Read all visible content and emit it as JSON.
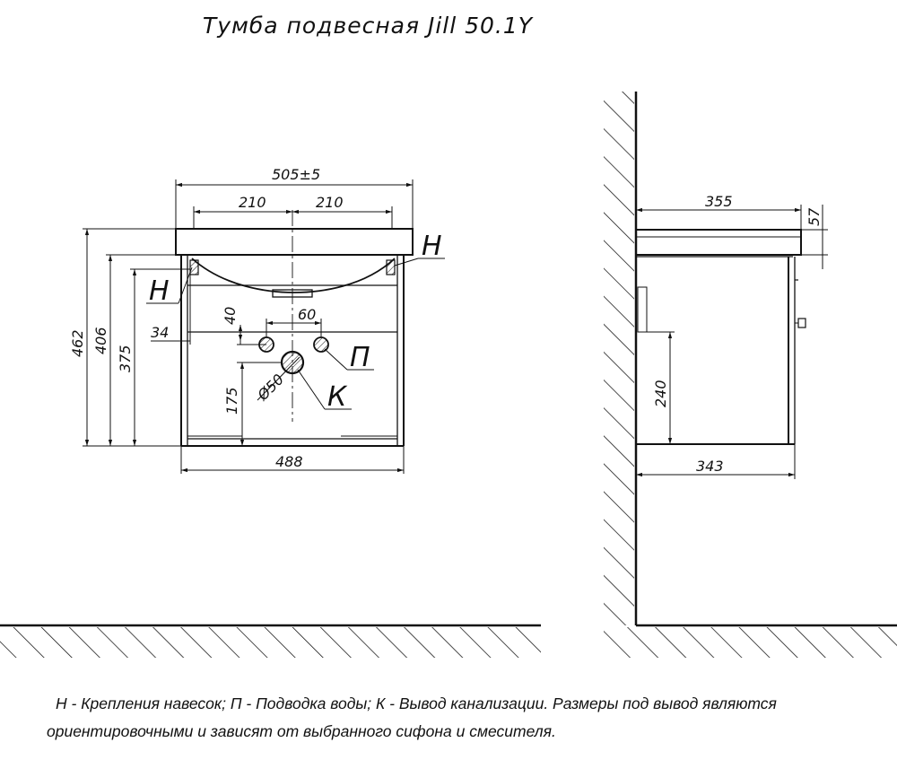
{
  "title": "Тумба подвесная Jill 50.1Y",
  "front_view": {
    "dims": {
      "overall_width": "505±5",
      "half_left": "210",
      "half_right": "210",
      "height_total": "462",
      "height_body": "406",
      "height_inner": "375",
      "mount_offset": "34",
      "water_height_offset": "40",
      "water_spacing": "60",
      "drain_diameter": "Ø50",
      "drain_height": "175",
      "bottom_width": "488"
    },
    "labels": {
      "mount_right": "Н",
      "mount_left": "Н",
      "water": "П",
      "drain": "К"
    }
  },
  "side_view": {
    "dims": {
      "top_depth": "355",
      "top_thickness": "57",
      "inner_height": "240",
      "body_depth": "343"
    }
  },
  "legend": {
    "line1": "Н - Крепления навесок; П - Подводка воды; К - Вывод канализации. Размеры под вывод являются",
    "line2": "ориентировочными и зависят от выбранного сифона и смесителя."
  }
}
